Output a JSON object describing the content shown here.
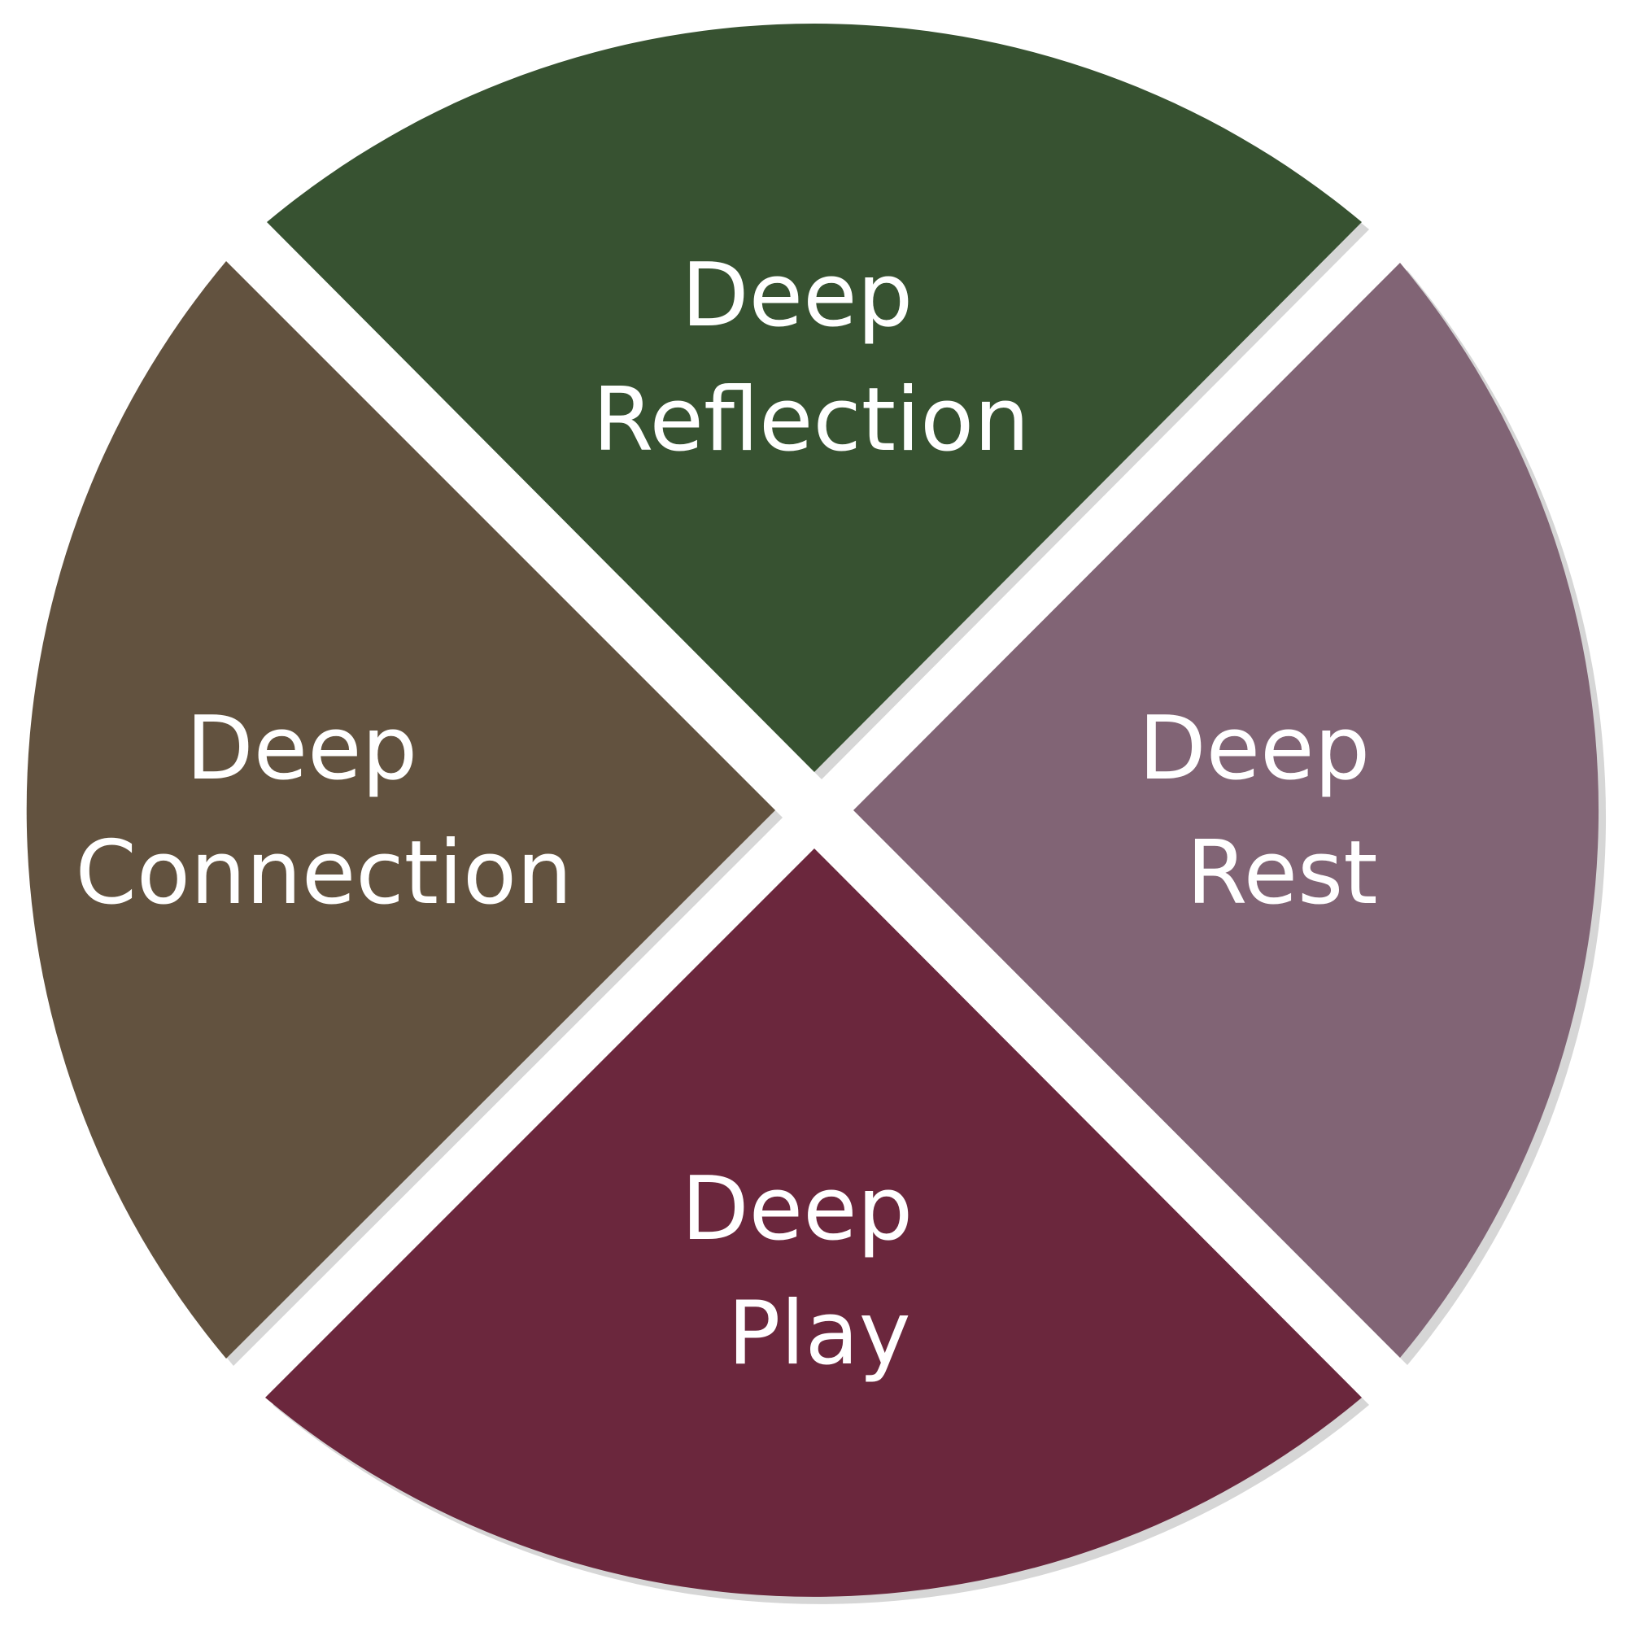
{
  "segments": {
    "reflection": {
      "line1": "Deep",
      "line2": "Reflection",
      "color": "#375231"
    },
    "rest": {
      "line1": "Deep",
      "line2": "Rest",
      "color": "#816475"
    },
    "play": {
      "line1": "Deep",
      "line2": "Play",
      "color": "#6b273d"
    },
    "connection": {
      "line1": "Deep",
      "line2": "Connection",
      "color": "#62523f"
    }
  },
  "shadow_color": "#d6d6d6"
}
